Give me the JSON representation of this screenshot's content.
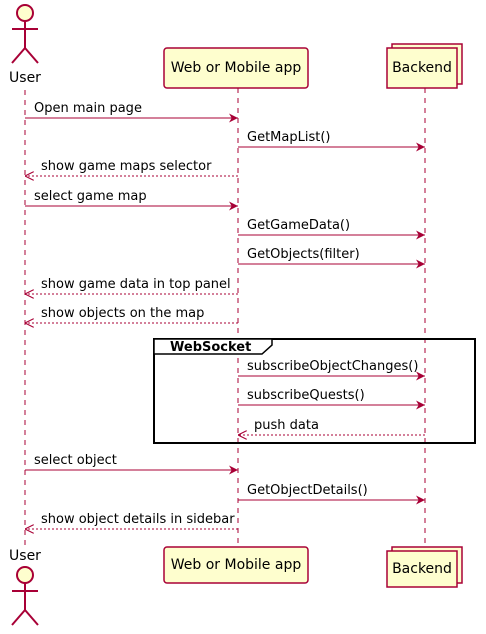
{
  "colors": {
    "line": "#A80036",
    "participant_fill": "#FEFECE",
    "participant_border": "#A80036",
    "text": "#000000",
    "group_border": "#000000"
  },
  "participants": {
    "user": {
      "name": "User",
      "kind": "actor",
      "icon": "actor-stick-figure-icon"
    },
    "app": {
      "name": "Web or Mobile app",
      "kind": "participant"
    },
    "backend": {
      "name": "Backend",
      "kind": "collections"
    }
  },
  "group": {
    "title": "WebSocket"
  },
  "messages": [
    {
      "from": "user",
      "to": "app",
      "label": "Open main page",
      "style": "solid"
    },
    {
      "from": "app",
      "to": "backend",
      "label": "GetMapList()",
      "style": "solid"
    },
    {
      "from": "app",
      "to": "user",
      "label": "show game maps selector",
      "style": "dashed"
    },
    {
      "from": "user",
      "to": "app",
      "label": "select game map",
      "style": "solid"
    },
    {
      "from": "app",
      "to": "backend",
      "label": "GetGameData()",
      "style": "solid"
    },
    {
      "from": "app",
      "to": "backend",
      "label": "GetObjects(filter)",
      "style": "solid"
    },
    {
      "from": "app",
      "to": "user",
      "label": "show game data in top panel",
      "style": "dashed"
    },
    {
      "from": "app",
      "to": "user",
      "label": "show objects on the map",
      "style": "dashed"
    },
    {
      "from": "app",
      "to": "backend",
      "label": "subscribeObjectChanges()",
      "style": "solid"
    },
    {
      "from": "app",
      "to": "backend",
      "label": "subscribeQuests()",
      "style": "solid"
    },
    {
      "from": "backend",
      "to": "app",
      "label": "push data",
      "style": "dashed"
    },
    {
      "from": "user",
      "to": "app",
      "label": "select object",
      "style": "solid"
    },
    {
      "from": "app",
      "to": "backend",
      "label": "GetObjectDetails()",
      "style": "solid"
    },
    {
      "from": "app",
      "to": "user",
      "label": "show object details in sidebar",
      "style": "dashed"
    }
  ]
}
